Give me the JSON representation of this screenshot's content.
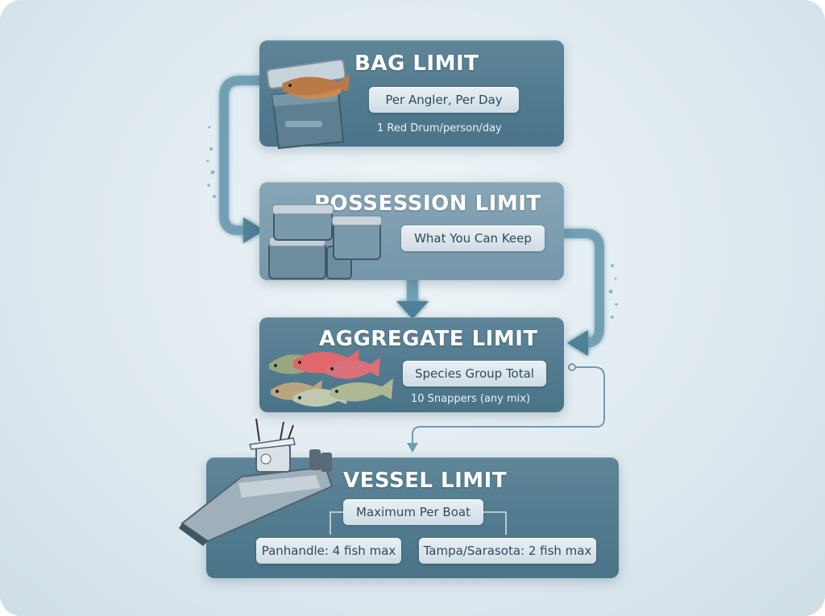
{
  "bag_limit": {
    "title": "BAG LIMIT",
    "pill": "Per Angler, Per Day",
    "note": "1 Red Drum/person/day"
  },
  "possession_limit": {
    "title": "POSSESSION LIMIT",
    "pill": "What You Can Keep"
  },
  "aggregate_limit": {
    "title": "AGGREGATE LIMIT",
    "pill": "Species Group Total",
    "note": "10 Snappers (any mix)"
  },
  "vessel_limit": {
    "title": "VESSEL LIMIT",
    "pill": "Maximum Per Boat",
    "regions": [
      {
        "label": "Panhandle: 4 fish max"
      },
      {
        "label": "Tampa/Sarasota: 2 fish max"
      }
    ]
  },
  "icons": {
    "bag": "cooler-with-fish-icon",
    "possession": "stacked-coolers-icon",
    "aggregate": "fish-group-icon",
    "vessel": "fishing-boat-icon"
  },
  "colors": {
    "card": "#557d91",
    "card_pale": "#7f9fb1",
    "pill": "#dde6ec",
    "arrow": "#5d8fa6",
    "text_dark": "#2f4b5a"
  }
}
